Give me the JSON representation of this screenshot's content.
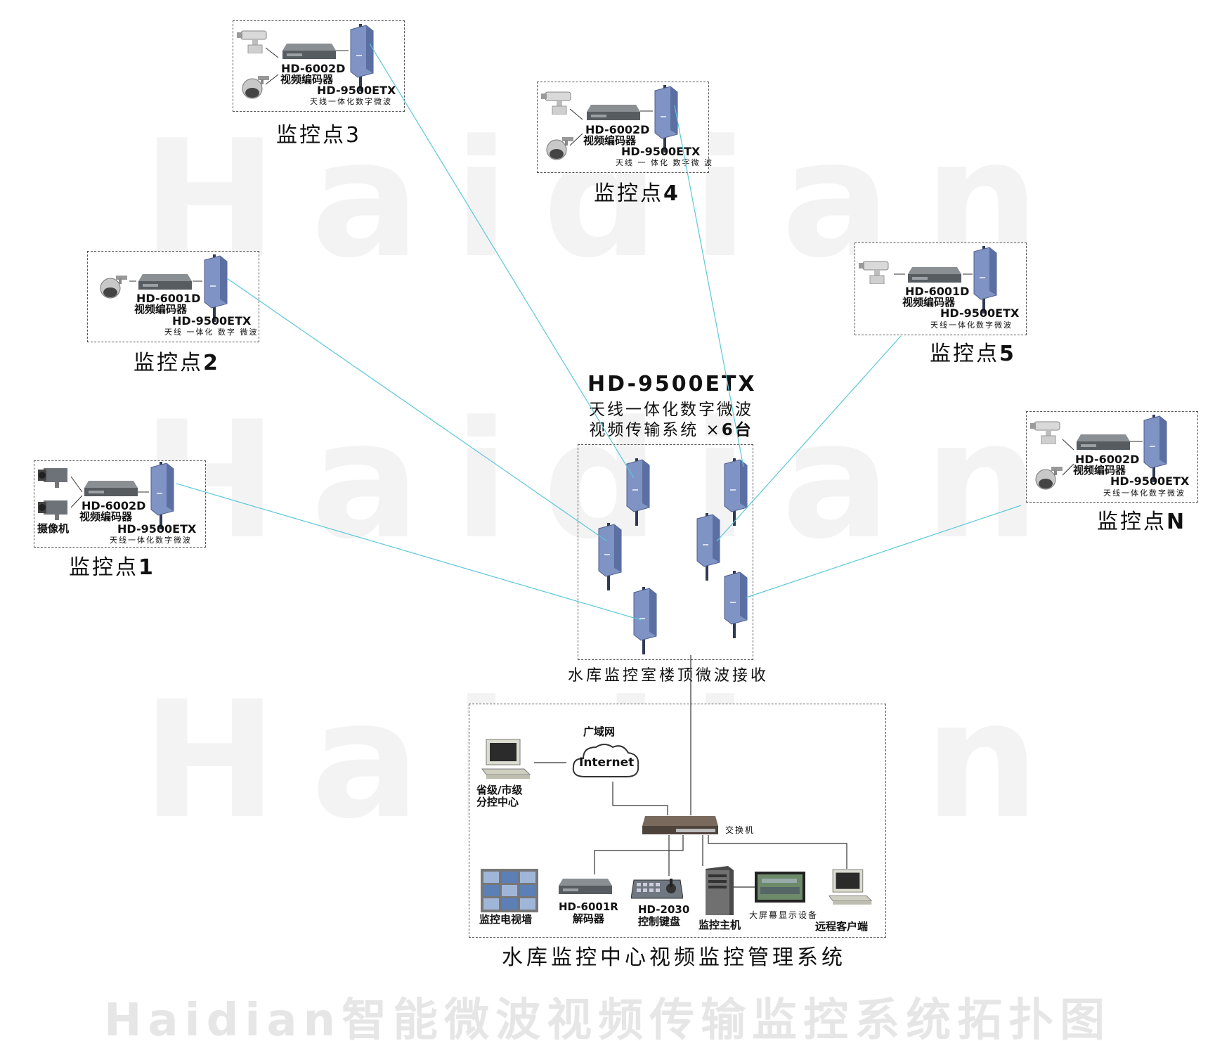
{
  "watermark": "Haidian",
  "sites": [
    {
      "id": "site1",
      "title_prefix": "监控点",
      "title_num": "1",
      "encoder_model": "HD-6002D",
      "encoder_label": "视频编码器",
      "antenna_model": "HD-9500ETX",
      "antenna_desc": "天线一体化数字微波",
      "camera_label": "摄像机"
    },
    {
      "id": "site2",
      "title_prefix": "监控点",
      "title_num": "2",
      "encoder_model": "HD-6001D",
      "encoder_label": "视频编码器",
      "antenna_model": "HD-9500ETX",
      "antenna_desc": "天线 一体化 数字 微波"
    },
    {
      "id": "site3",
      "title_prefix": "监控点",
      "title_num": "3",
      "encoder_model": "HD-6002D",
      "encoder_label": "视频编码器",
      "antenna_model": "HD-9500ETX",
      "antenna_desc": "天线一体化数字微波"
    },
    {
      "id": "site4",
      "title_prefix": "监控点",
      "title_num": "4",
      "encoder_model": "HD-6002D",
      "encoder_label": "视频编码器",
      "antenna_model": "HD-9500ETX",
      "antenna_desc": "天线 一 体化 数字微 波"
    },
    {
      "id": "site5",
      "title_prefix": "监控点",
      "title_num": "5",
      "encoder_model": "HD-6001D",
      "encoder_label": "视频编码器",
      "antenna_model": "HD-9500ETX",
      "antenna_desc": "天线一体化数字微波"
    },
    {
      "id": "siteN",
      "title_prefix": "监控点",
      "title_num": "N",
      "encoder_model": "HD-6002D",
      "encoder_label": "视频编码器",
      "antenna_model": "HD-9500ETX",
      "antenna_desc": "天线一体化数字微波"
    }
  ],
  "hub": {
    "title": "HD-9500ETX",
    "line1": "天线一体化数字微波",
    "line2_prefix": "视频传输系统 ×",
    "line2_count": "6台",
    "caption": "水库监控室楼顶微波接收"
  },
  "center": {
    "wan_label": "广域网",
    "internet_label": "Internet",
    "branch_label_1": "省级/市级",
    "branch_label_2": "分控中心",
    "switch_label": "交换机",
    "tv_wall_label": "监控电视墙",
    "decoder_model": "HD-6001R",
    "decoder_label": "解码器",
    "keyboard_model": "HD-2030",
    "keyboard_label": "控制键盘",
    "host_label": "监控主机",
    "display_label": "大屏幕显示设备",
    "remote_label": "远程客户端",
    "title": "水库监控中心视频监控管理系统"
  },
  "footer": "Haidian智能微波视频传输监控系统拓扑图",
  "colors": {
    "link_line": "#5bc8d8",
    "antenna_face": "#7f93c4",
    "device_dark": "#555555",
    "box_border": "#555555"
  }
}
